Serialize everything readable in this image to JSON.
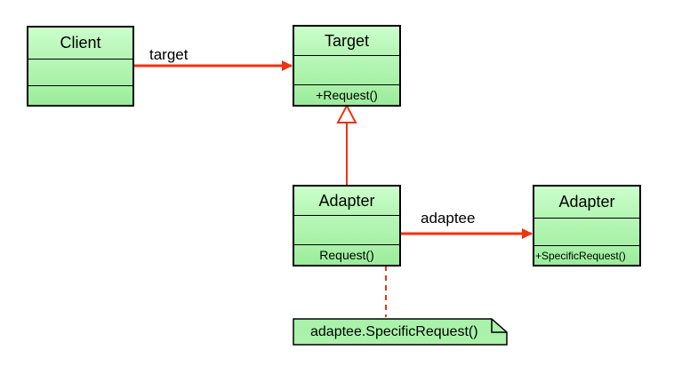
{
  "classes": {
    "client": {
      "name": "Client",
      "operation": ""
    },
    "target": {
      "name": "Target",
      "operation": "+Request()"
    },
    "adapter": {
      "name": "Adapter",
      "operation": "Request()"
    },
    "adaptee": {
      "name": "Adapter",
      "operation": "+SpecificRequest()"
    }
  },
  "associations": {
    "client_target": "target",
    "adapter_adaptee": "adaptee"
  },
  "note": {
    "text": "adaptee.SpecificRequest()"
  },
  "colors": {
    "class_fill": "#b3f5b3",
    "class_border": "#000000",
    "connector": "#ee3311"
  }
}
